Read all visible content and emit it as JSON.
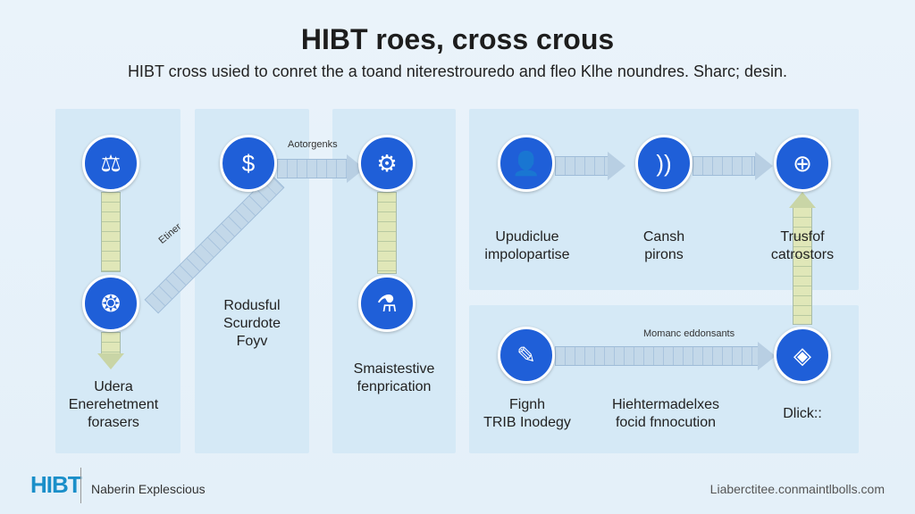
{
  "header": {
    "title": "HIBT roes, cross crous",
    "subtitle": "HIBT cross usied to conret the a toand niterestrouredo and fleo Klhe noundres. Sharc; desin."
  },
  "nodes": [
    {
      "id": "n1",
      "icon": "scale-icon",
      "glyph": "⚖"
    },
    {
      "id": "n2",
      "icon": "dollar-hexagon-icon",
      "glyph": "$"
    },
    {
      "id": "n3",
      "icon": "network-icon",
      "glyph": "⚙"
    },
    {
      "id": "n4",
      "icon": "globe-seal-icon",
      "glyph": "❂"
    },
    {
      "id": "n5",
      "icon": "pillar-icon",
      "glyph": "⚗"
    },
    {
      "id": "n6",
      "icon": "user-icon",
      "glyph": "👤"
    },
    {
      "id": "n7",
      "icon": "apple-wireless-icon",
      "glyph": "))"
    },
    {
      "id": "n8",
      "icon": "eye-cross-icon",
      "glyph": "⊕"
    },
    {
      "id": "n9",
      "icon": "feather-icon",
      "glyph": "✎"
    },
    {
      "id": "n10",
      "icon": "diamond-icon",
      "glyph": "◈"
    }
  ],
  "labels": {
    "n4": [
      "Udera",
      "Enerehetment",
      "forasers"
    ],
    "n2": [
      "Rodusful",
      "Scurdote",
      "Foyv"
    ],
    "n5": [
      "Smaistestive",
      "fenprication"
    ],
    "n6": [
      "Upudiclue",
      "impolopartise"
    ],
    "n7": [
      "Cansh",
      "pirons"
    ],
    "n8": [
      "Trusfof",
      "catrostors"
    ],
    "n9": [
      "Fignh",
      "TRIB Inodegy"
    ],
    "mid": [
      "Hiehtermadelxes",
      "focid fnnocution"
    ],
    "n10": [
      "Dlick::"
    ]
  },
  "arrow_labels": {
    "top": "Aotorgenks",
    "diag": "Etiner",
    "bottom": "Momanc eddonsants"
  },
  "footer": {
    "logo": "HIBT",
    "brand": "Naberin Explescious",
    "url": "Liaberctitee.conmaintlbolls.com"
  },
  "colors": {
    "node": "#1f5fd8",
    "panel": "#d5e9f6",
    "logo": "#1a8fc9"
  }
}
